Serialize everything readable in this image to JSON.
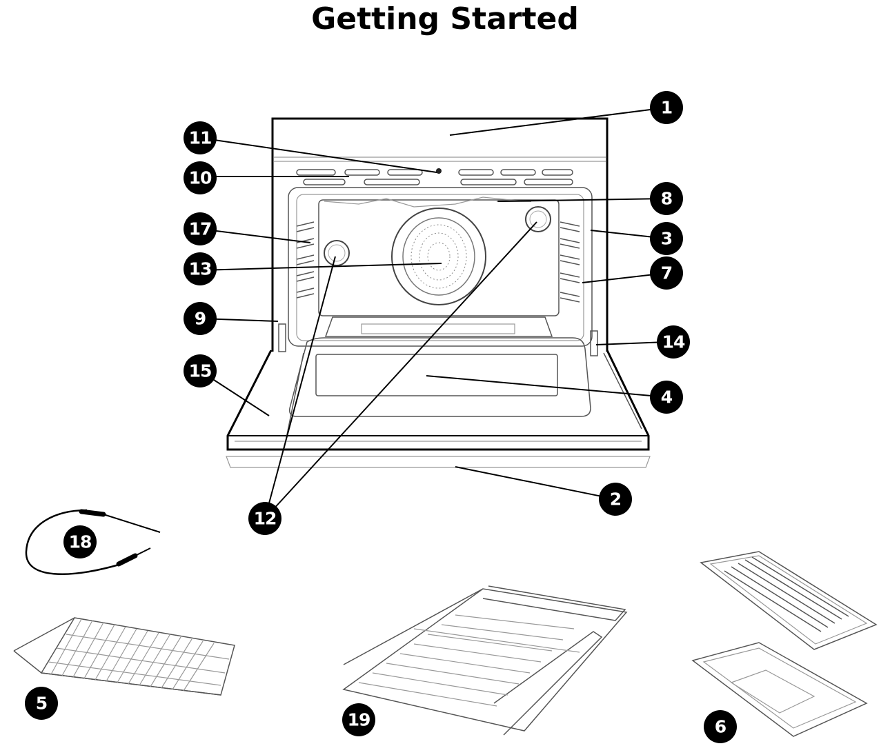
{
  "title": "Getting Started",
  "callouts": [
    {
      "id": "1",
      "label": "1"
    },
    {
      "id": "2",
      "label": "2"
    },
    {
      "id": "3",
      "label": "3"
    },
    {
      "id": "4",
      "label": "4"
    },
    {
      "id": "5",
      "label": "5"
    },
    {
      "id": "6",
      "label": "6"
    },
    {
      "id": "7",
      "label": "7"
    },
    {
      "id": "8",
      "label": "8"
    },
    {
      "id": "9",
      "label": "9"
    },
    {
      "id": "10",
      "label": "10"
    },
    {
      "id": "11",
      "label": "11"
    },
    {
      "id": "12",
      "label": "12"
    },
    {
      "id": "13",
      "label": "13"
    },
    {
      "id": "14",
      "label": "14"
    },
    {
      "id": "15",
      "label": "15"
    },
    {
      "id": "17",
      "label": "17"
    },
    {
      "id": "18",
      "label": "18"
    },
    {
      "id": "19",
      "label": "19"
    }
  ]
}
